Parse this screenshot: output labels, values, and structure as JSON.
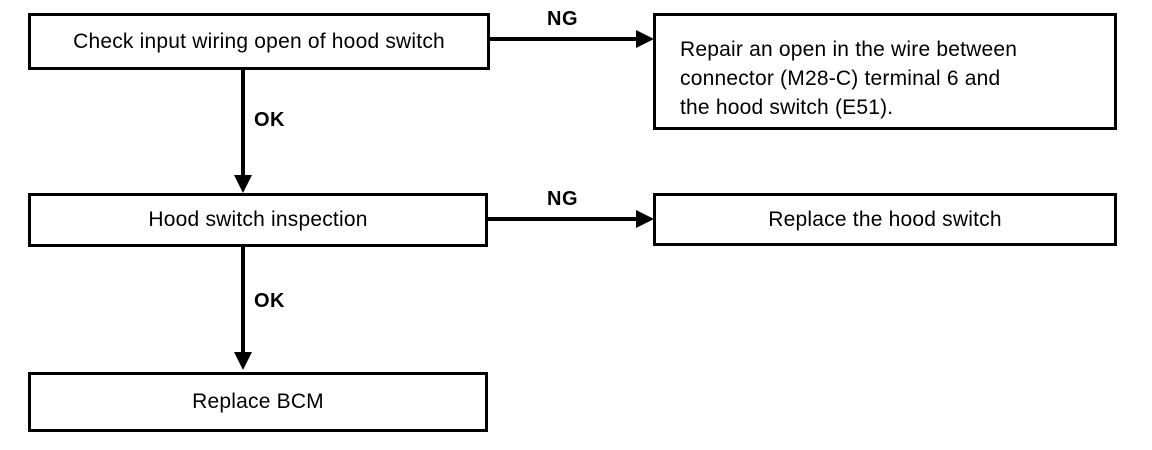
{
  "page": {
    "background_color": "#ffffff",
    "ink_color": "#000000"
  },
  "flowchart": {
    "type": "diagnostic-flowchart",
    "nodes": {
      "check_wiring": {
        "label": "Check input wiring open of hood switch"
      },
      "repair_open": {
        "line1": "Repair an open in the wire between",
        "line2": "connector (M28-C) terminal 6 and",
        "line3": "the hood switch (E51)."
      },
      "hood_inspection": {
        "label": "Hood switch inspection"
      },
      "replace_switch": {
        "label": "Replace the hood switch"
      },
      "replace_bcm": {
        "label": "Replace BCM"
      }
    },
    "edges": {
      "check_to_repair": {
        "label": "NG"
      },
      "check_to_inspection": {
        "label": "OK"
      },
      "inspection_to_replace_switch": {
        "label": "NG"
      },
      "inspection_to_bcm": {
        "label": "OK"
      }
    }
  }
}
